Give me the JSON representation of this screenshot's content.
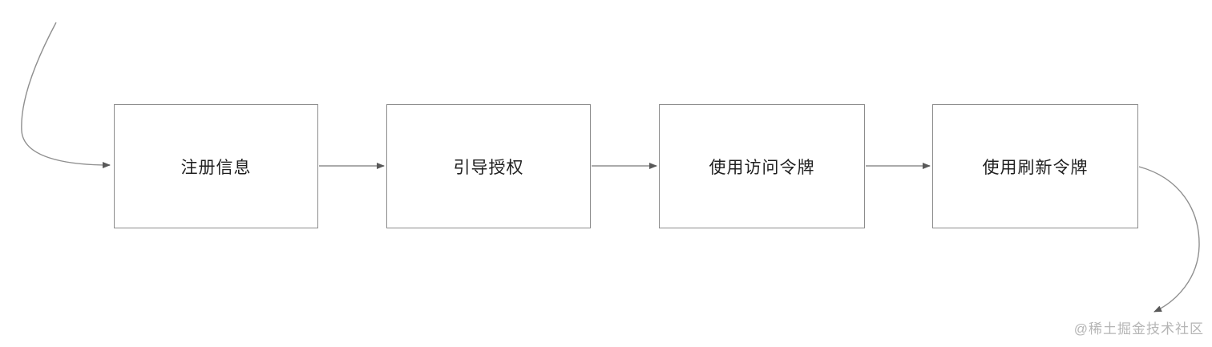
{
  "flowchart": {
    "nodes": [
      {
        "label": "注册信息"
      },
      {
        "label": "引导授权"
      },
      {
        "label": "使用访问令牌"
      },
      {
        "label": "使用刷新令牌"
      }
    ],
    "connectors": [
      {
        "from": "start",
        "to": "注册信息",
        "type": "curved-arrow"
      },
      {
        "from": "注册信息",
        "to": "引导授权",
        "type": "straight-arrow"
      },
      {
        "from": "引导授权",
        "to": "使用访问令牌",
        "type": "straight-arrow"
      },
      {
        "from": "使用访问令牌",
        "to": "使用刷新令牌",
        "type": "straight-arrow"
      },
      {
        "from": "使用刷新令牌",
        "to": "end",
        "type": "curved-arrow"
      }
    ],
    "colors": {
      "background": "#ffffff",
      "node_fill": "#ffffff",
      "node_border": "#8c8c8c",
      "node_text": "#1f1f1f",
      "connector_line": "#8f8f8f",
      "arrowhead": "#595959",
      "watermark_text": "#b5b5b5"
    }
  },
  "watermark": {
    "text": "@稀土掘金技术社区"
  }
}
